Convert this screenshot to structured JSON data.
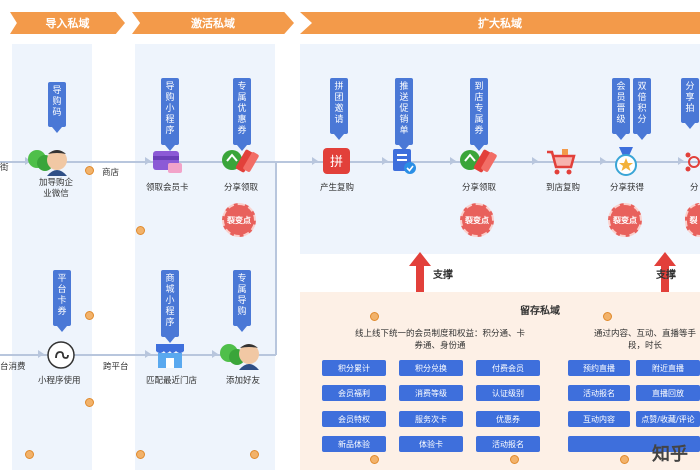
{
  "stages": {
    "import": "导入私域",
    "activate": "激活私域",
    "expand": "扩大私域",
    "retain": "留存私域"
  },
  "tags": {
    "guide_code": "导购码",
    "guide_mini": "导购小程序",
    "coupon_a": "专属优惠券",
    "group_invite": "拼团邀请",
    "promo_push": "推送促销单",
    "store_coupon": "到店专属券",
    "member_points": "会员晋级",
    "double_points": "双倍积分",
    "share_earn": "分享拍",
    "platform_coupon": "平台卡券",
    "mall_mini": "商城小程序",
    "coupon_b": "专属导购"
  },
  "nodes": {
    "left_cut_top": "街",
    "wechat_work": "加导购企业微信",
    "store": "商店",
    "claim_card": "领取会员卡",
    "share_claim_1": "分享领取",
    "buy_again": "产生复购",
    "share_claim_2": "分享领取",
    "store_repurchase": "到店复购",
    "share_gain": "分享获得",
    "share_cut": "分",
    "left_cut_bottom": "台消费",
    "mini_use": "小程序使用",
    "cross_platform": "跨平台",
    "match_store": "匹配最近门店",
    "add_friend": "添加好友"
  },
  "badges": {
    "fission_1": "裂变点",
    "fission_2": "裂变点",
    "fission_3": "裂变点",
    "fission_4": "裂"
  },
  "support": {
    "left": "支撑",
    "right": "支撑"
  },
  "retain_panel": {
    "left_desc": "线上线下统一的会员制度和权益：积分通、卡券通、身份通",
    "right_desc": "通过内容、互动、直播等手段，时长",
    "left_chips": [
      "积分累计",
      "积分兑换",
      "付费会员",
      "会员福利",
      "消费等级",
      "认证级别",
      "会员特权",
      "服务次卡",
      "优惠券",
      "新品体验",
      "体验卡",
      "活动报名"
    ],
    "right_chips": [
      "预约直播",
      "附近直播",
      "活动报名",
      "直播回放",
      "互动内容",
      "点赞/收藏/评论",
      ""
    ]
  },
  "icons": {
    "wechat": "wechat-icon",
    "card": "member-card-icon",
    "share": "share-coupon-icon",
    "pin": "group-buy-icon",
    "checklist": "checklist-icon",
    "cart": "cart-icon",
    "medal": "medal-icon",
    "network": "network-icon",
    "miniprogram": "miniprogram-icon",
    "storefront": "storefront-icon"
  },
  "watermark": "知乎",
  "colors": {
    "stage": "#f39a4a",
    "tag": "#4a78d6",
    "chip": "#3e6fdc",
    "badge": "#e8615c",
    "support_arrow": "#e2403a"
  }
}
